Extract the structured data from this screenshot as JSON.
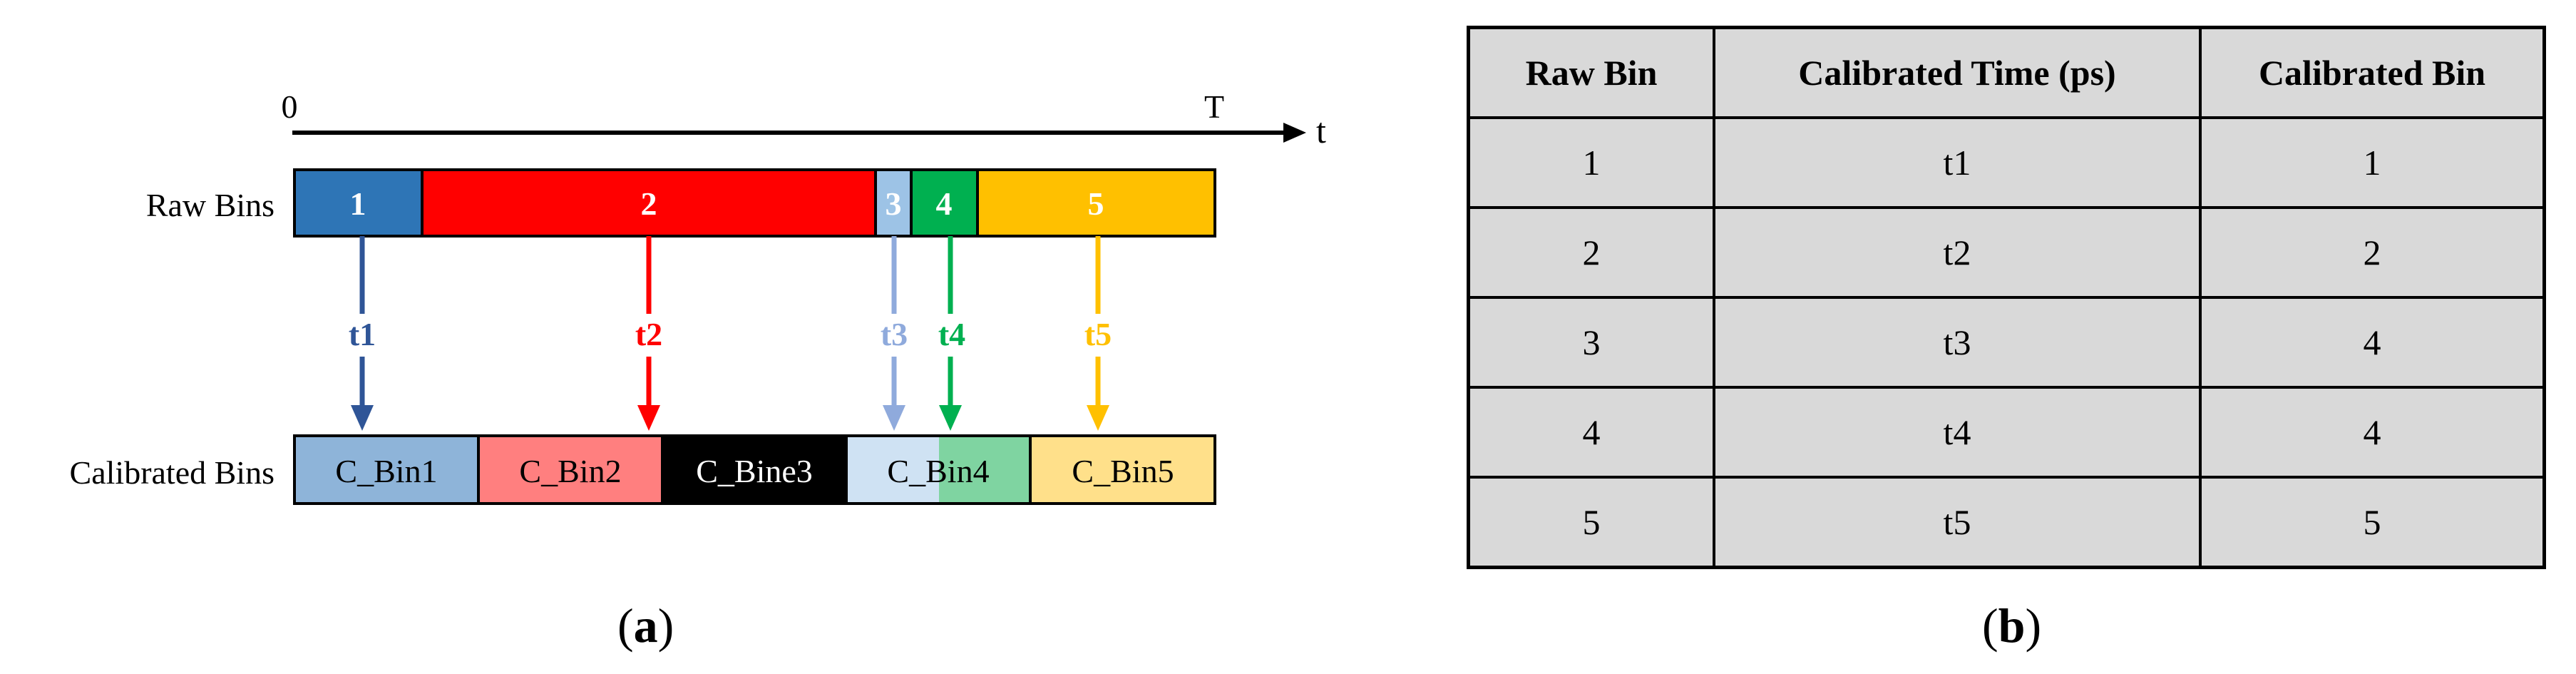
{
  "panel_a": {
    "label": "a",
    "axis": {
      "start": "0",
      "end": "T",
      "var": "t"
    },
    "raw_row_label": "Raw Bins",
    "calib_row_label": "Calibrated Bins",
    "raw_bins": [
      {
        "label": "1",
        "color": "#2e75b6",
        "time": "t1",
        "time_color": "#2f5597"
      },
      {
        "label": "2",
        "color": "#ff0000",
        "time": "t2",
        "time_color": "#ff0000"
      },
      {
        "label": "3",
        "color": "#9dc3e6",
        "time": "t3",
        "time_color": "#8faadc"
      },
      {
        "label": "4",
        "color": "#00b050",
        "time": "t4",
        "time_color": "#00b050"
      },
      {
        "label": "5",
        "color": "#ffc000",
        "time": "t5",
        "time_color": "#ffc000"
      }
    ],
    "calibrated_bins": [
      {
        "label": "C_Bin1",
        "color": "#8eb4d9"
      },
      {
        "label": "C_Bin2",
        "color": "#ff7f7f"
      },
      {
        "label": "C_Bine3",
        "color": "#000000"
      },
      {
        "label": "C_Bin4",
        "color": "#cfe2f3",
        "color2": "#7fd4a1"
      },
      {
        "label": "C_Bin5",
        "color": "#ffe08a"
      }
    ]
  },
  "panel_b": {
    "label": "b",
    "headers": [
      "Raw Bin",
      "Calibrated Time (ps)",
      "Calibrated Bin"
    ],
    "rows": [
      [
        "1",
        "t1",
        "1"
      ],
      [
        "2",
        "t2",
        "2"
      ],
      [
        "3",
        "t3",
        "4"
      ],
      [
        "4",
        "t4",
        "4"
      ],
      [
        "5",
        "t5",
        "5"
      ]
    ]
  }
}
